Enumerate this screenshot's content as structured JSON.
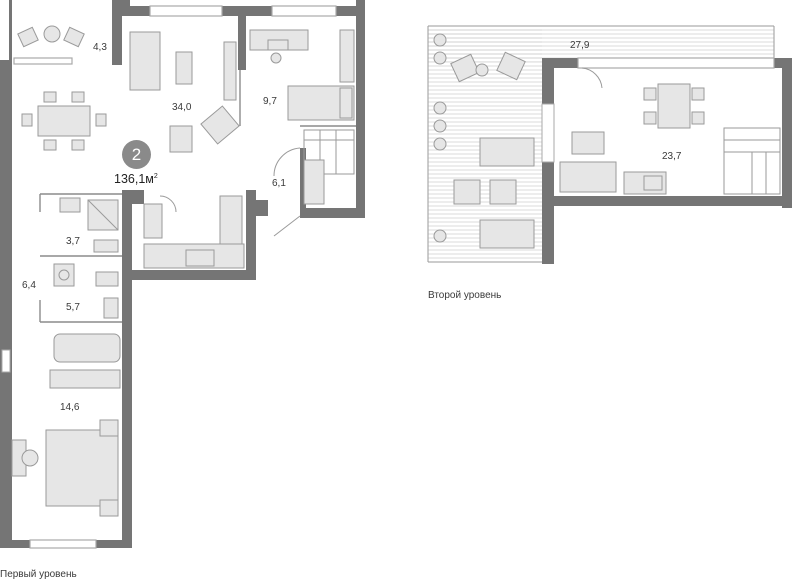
{
  "apartment": {
    "rooms_badge": "2",
    "total_area": "136,1",
    "total_area_unit": "м",
    "total_area_unit_sup": "2"
  },
  "levels": {
    "first": {
      "caption": "Первый уровень",
      "room_areas": {
        "balcony": "4,3",
        "living": "34,0",
        "study": "9,7",
        "hall": "6,1",
        "wc": "3,7",
        "corridor": "6,4",
        "laundry": "5,7",
        "bedroom": "14,6"
      }
    },
    "second": {
      "caption": "Второй уровень",
      "room_areas": {
        "terrace": "27,9",
        "room": "23,7"
      }
    }
  },
  "colors": {
    "wall": "#757575",
    "furniture_fill": "#e6e6e6",
    "furniture_stroke": "#9a9a9a",
    "window": "#a9a9a9"
  }
}
